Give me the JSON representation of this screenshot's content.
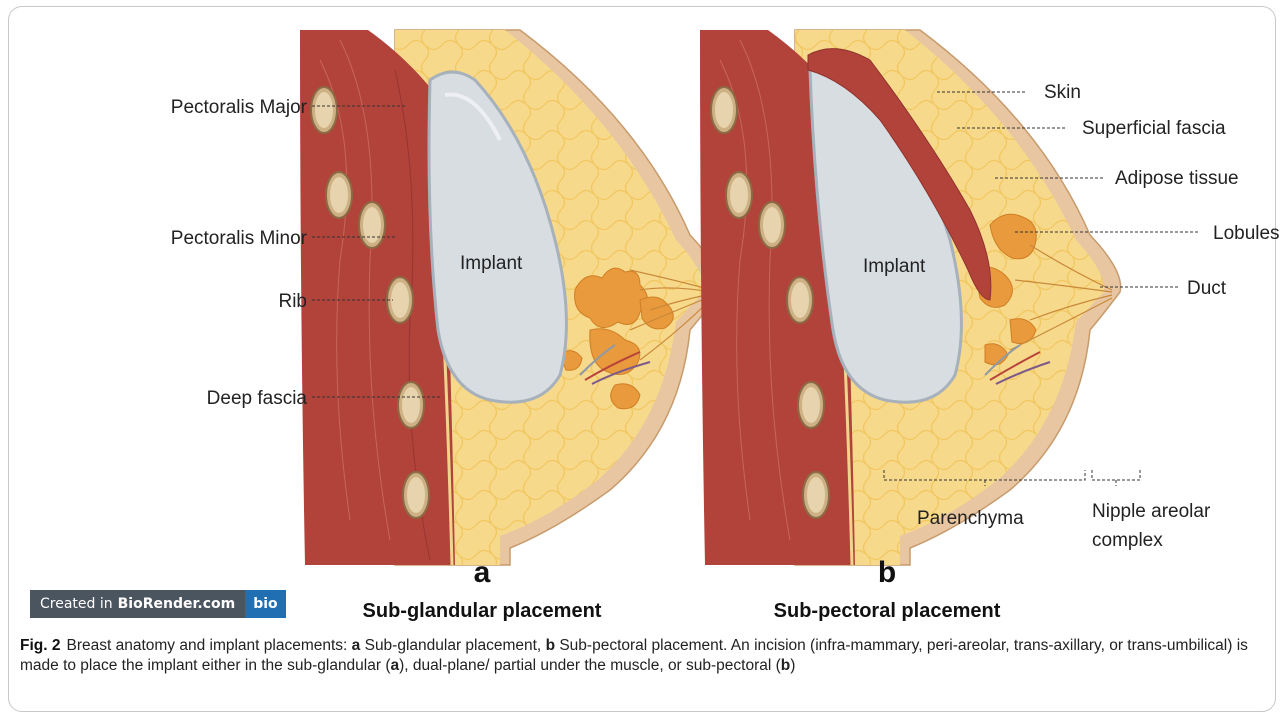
{
  "figure": {
    "labels_left": {
      "pectoralis_major": "Pectoralis Major",
      "pectoralis_minor": "Pectoralis Minor",
      "rib": "Rib",
      "deep_fascia": "Deep fascia"
    },
    "labels_right": {
      "skin": "Skin",
      "superficial_fascia": "Superficial fascia",
      "adipose_tissue": "Adipose tissue",
      "lobules": "Lobules",
      "duct": "Duct",
      "parenchyma": "Parenchyma",
      "nipple_areolar_line1": "Nipple areolar",
      "nipple_areolar_line2": "complex"
    },
    "implant_label_a": "Implant",
    "implant_label_b": "Implant",
    "panel_a": {
      "letter": "a",
      "title": "Sub-glandular placement"
    },
    "panel_b": {
      "letter": "b",
      "title": "Sub-pectoral placement"
    },
    "badge": {
      "prefix": "Created in",
      "brand": "BioRender.com",
      "logo": "bio"
    },
    "colors": {
      "skin": "#e7c6a1",
      "adipose": "#f7d98c",
      "muscle": "#b2433b",
      "implant": "#d8dde2",
      "lobules": "#e89a3c"
    }
  },
  "caption": {
    "figno": "Fig. 2",
    "text_1": "Breast anatomy and implant placements: ",
    "a1": "a",
    "text_2": " Sub-glandular placement, ",
    "b1": "b",
    "text_3": " Sub-pectoral placement. An incision (infra-mammary, peri-areolar, trans-axillary, or trans-umbilical) is made to place the implant either in the sub-glandular (",
    "a2": "a",
    "text_4": "), dual-plane/ partial under the muscle, or sub-pectoral (",
    "b2": "b",
    "text_5": ")"
  }
}
